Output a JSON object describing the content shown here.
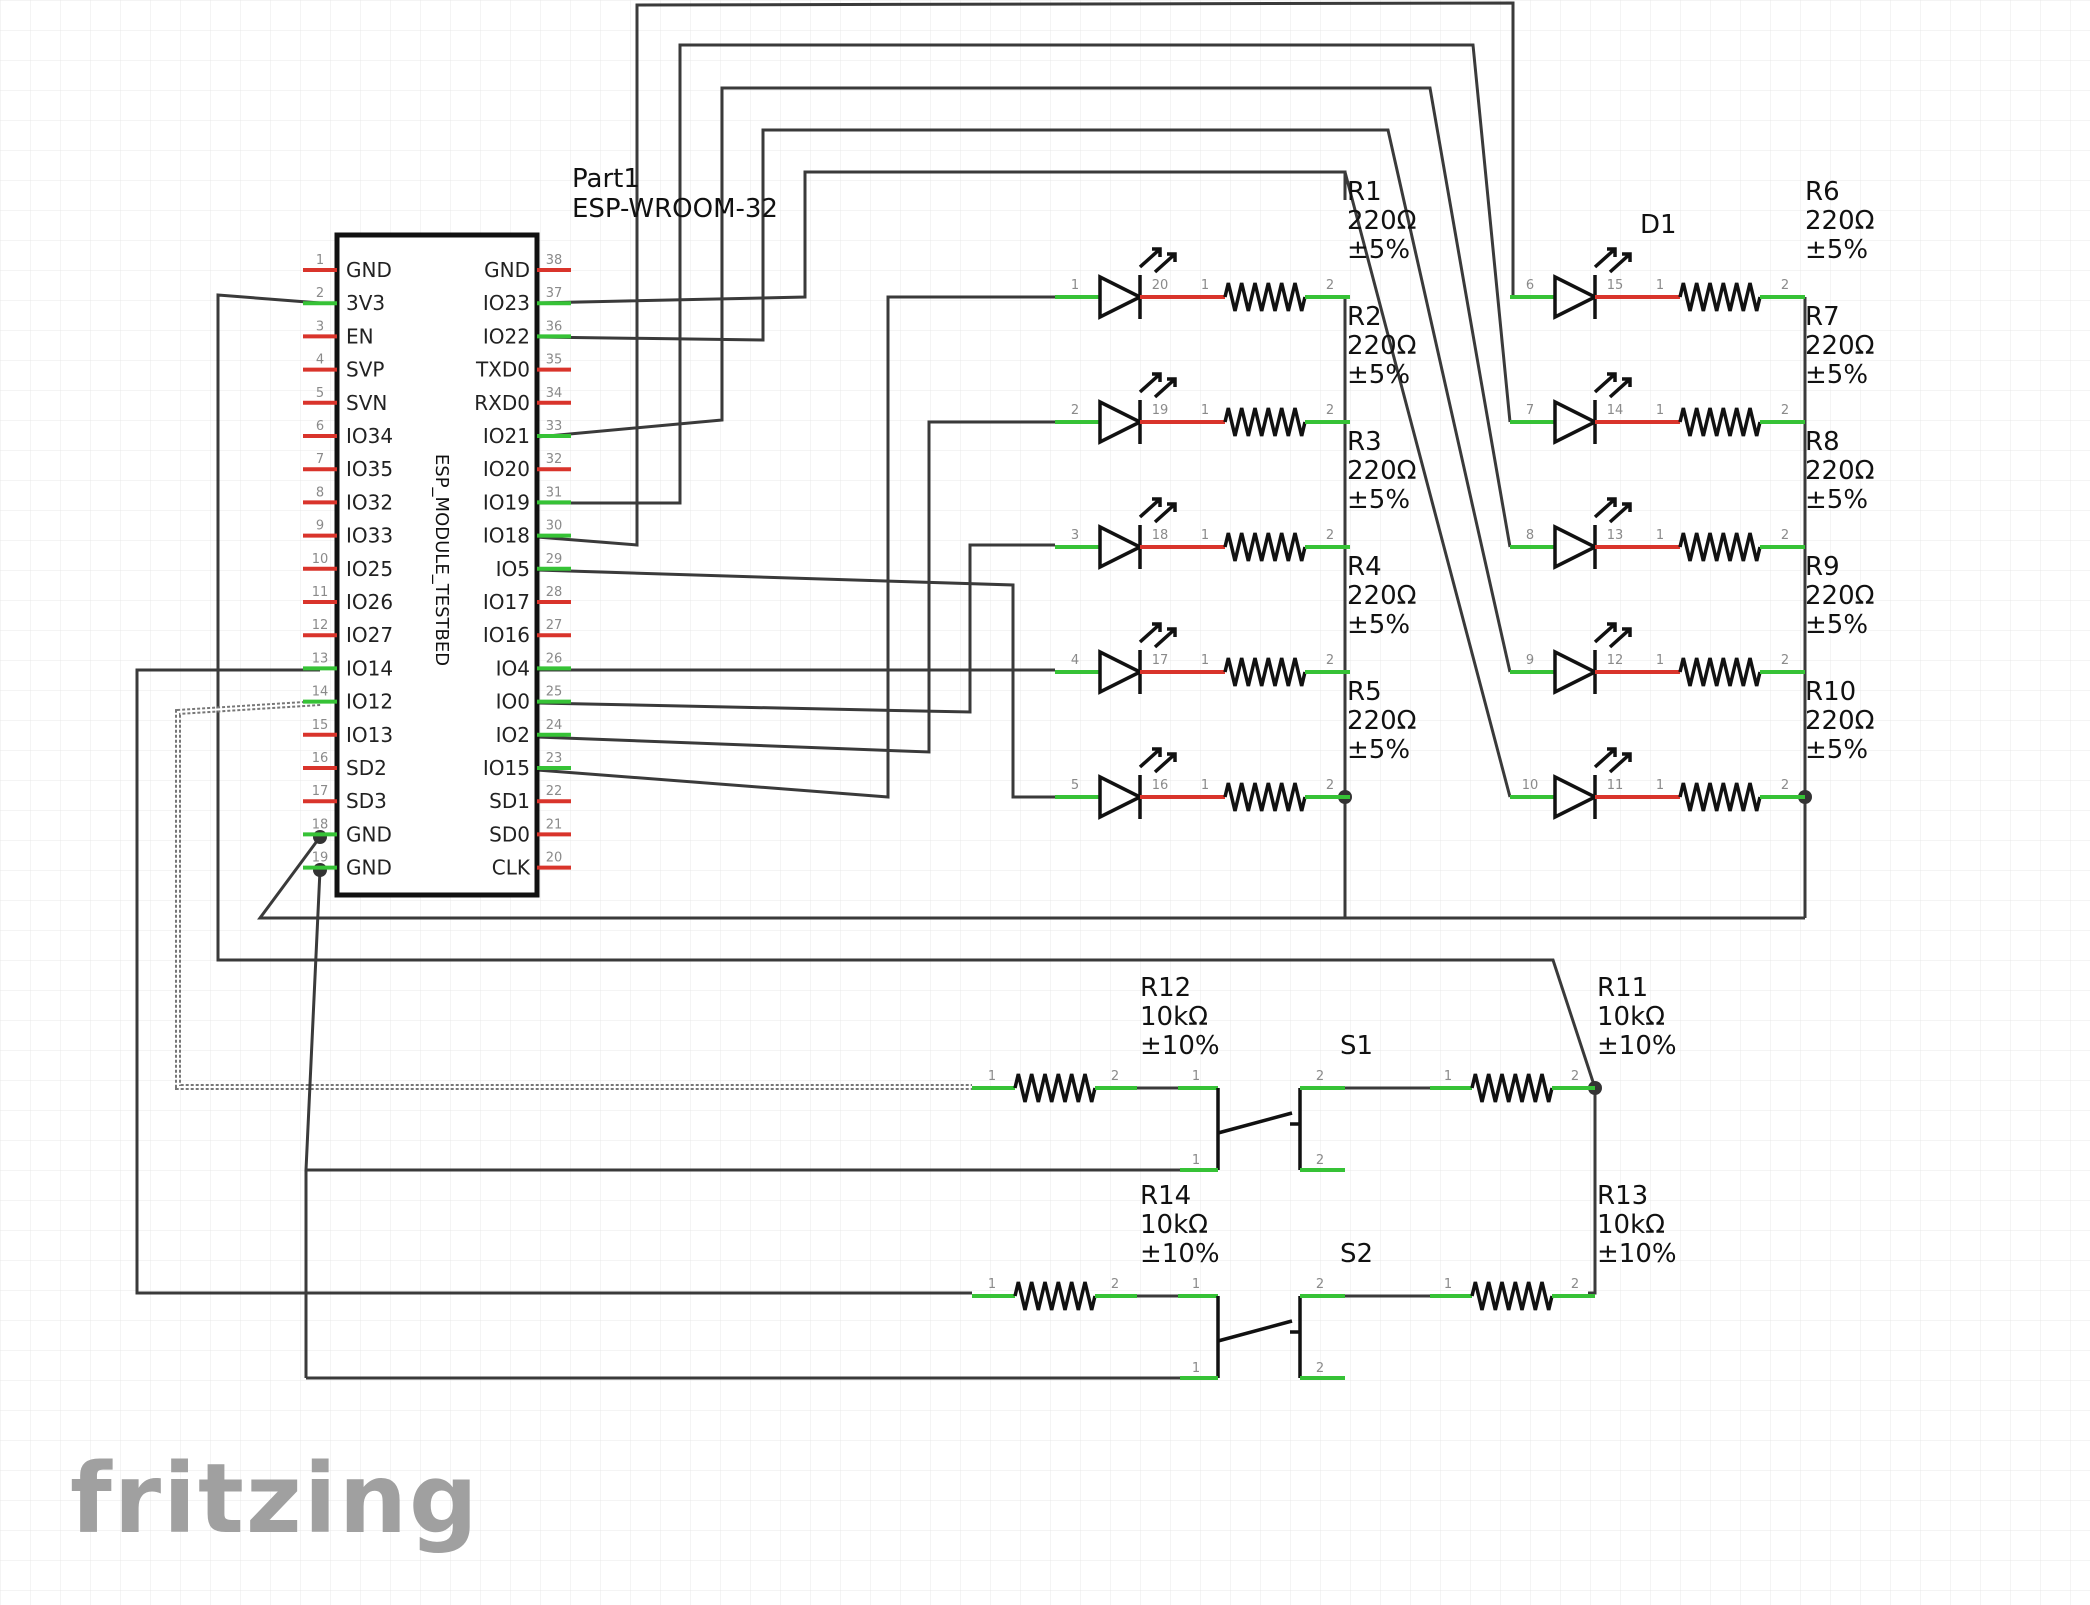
{
  "app": {
    "logo": "fritzing"
  },
  "module": {
    "name": "Part1",
    "part": "ESP-WROOM-32",
    "body_label": "ESP_MODULE_TESTBED",
    "left_pins": [
      {
        "num": "1",
        "label": "GND"
      },
      {
        "num": "2",
        "label": "3V3"
      },
      {
        "num": "3",
        "label": "EN"
      },
      {
        "num": "4",
        "label": "SVP"
      },
      {
        "num": "5",
        "label": "SVN"
      },
      {
        "num": "6",
        "label": "IO34"
      },
      {
        "num": "7",
        "label": "IO35"
      },
      {
        "num": "8",
        "label": "IO32"
      },
      {
        "num": "9",
        "label": "IO33"
      },
      {
        "num": "10",
        "label": "IO25"
      },
      {
        "num": "11",
        "label": "IO26"
      },
      {
        "num": "12",
        "label": "IO27"
      },
      {
        "num": "13",
        "label": "IO14"
      },
      {
        "num": "14",
        "label": "IO12"
      },
      {
        "num": "15",
        "label": "IO13"
      },
      {
        "num": "16",
        "label": "SD2"
      },
      {
        "num": "17",
        "label": "SD3"
      },
      {
        "num": "18",
        "label": "GND"
      },
      {
        "num": "19",
        "label": "GND"
      }
    ],
    "right_pins": [
      {
        "num": "38",
        "label": "GND"
      },
      {
        "num": "37",
        "label": "IO23"
      },
      {
        "num": "36",
        "label": "IO22"
      },
      {
        "num": "35",
        "label": "TXD0"
      },
      {
        "num": "34",
        "label": "RXD0"
      },
      {
        "num": "33",
        "label": "IO21"
      },
      {
        "num": "32",
        "label": "IO20"
      },
      {
        "num": "31",
        "label": "IO19"
      },
      {
        "num": "30",
        "label": "IO18"
      },
      {
        "num": "29",
        "label": "IO5"
      },
      {
        "num": "28",
        "label": "IO17"
      },
      {
        "num": "27",
        "label": "IO16"
      },
      {
        "num": "26",
        "label": "IO4"
      },
      {
        "num": "25",
        "label": "IO0"
      },
      {
        "num": "24",
        "label": "IO2"
      },
      {
        "num": "23",
        "label": "IO15"
      },
      {
        "num": "22",
        "label": "SD1"
      },
      {
        "num": "21",
        "label": "SD0"
      },
      {
        "num": "20",
        "label": "CLK"
      }
    ]
  },
  "leds_left": [
    {
      "pin_a": "1",
      "pin_b": "20",
      "r_pins": [
        "1",
        "2"
      ],
      "resistor": {
        "name": "R1",
        "value": "220Ω",
        "tol": "±5%"
      }
    },
    {
      "pin_a": "2",
      "pin_b": "19",
      "r_pins": [
        "1",
        "2"
      ],
      "resistor": {
        "name": "R2",
        "value": "220Ω",
        "tol": "±5%"
      }
    },
    {
      "pin_a": "3",
      "pin_b": "18",
      "r_pins": [
        "1",
        "2"
      ],
      "resistor": {
        "name": "R3",
        "value": "220Ω",
        "tol": "±5%"
      }
    },
    {
      "pin_a": "4",
      "pin_b": "17",
      "r_pins": [
        "1",
        "2"
      ],
      "resistor": {
        "name": "R4",
        "value": "220Ω",
        "tol": "±5%"
      }
    },
    {
      "pin_a": "5",
      "pin_b": "16",
      "r_pins": [
        "1",
        "2"
      ],
      "resistor": {
        "name": "R5",
        "value": "220Ω",
        "tol": "±5%"
      }
    }
  ],
  "leds_right": [
    {
      "pin_a": "6",
      "pin_b": "15",
      "r_pins": [
        "1",
        "2"
      ],
      "resistor": {
        "name": "R6",
        "value": "220Ω",
        "tol": "±5%"
      }
    },
    {
      "pin_a": "7",
      "pin_b": "14",
      "r_pins": [
        "1",
        "2"
      ],
      "resistor": {
        "name": "R7",
        "value": "220Ω",
        "tol": "±5%"
      }
    },
    {
      "pin_a": "8",
      "pin_b": "13",
      "r_pins": [
        "1",
        "2"
      ],
      "resistor": {
        "name": "R8",
        "value": "220Ω",
        "tol": "±5%"
      }
    },
    {
      "pin_a": "9",
      "pin_b": "12",
      "r_pins": [
        "1",
        "2"
      ],
      "resistor": {
        "name": "R9",
        "value": "220Ω",
        "tol": "±5%"
      }
    },
    {
      "pin_a": "10",
      "pin_b": "11",
      "r_pins": [
        "1",
        "2"
      ],
      "resistor": {
        "name": "R10",
        "value": "220Ω",
        "tol": "±5%"
      }
    }
  ],
  "diode_label": "D1",
  "buttons": [
    {
      "switch": {
        "name": "S1",
        "pins": [
          "1",
          "2",
          "1",
          "2"
        ]
      },
      "r_left": {
        "name": "R12",
        "value": "10kΩ",
        "tol": "±10%",
        "pins": [
          "1",
          "2"
        ]
      },
      "r_right": {
        "name": "R11",
        "value": "10kΩ",
        "tol": "±10%",
        "pins": [
          "1",
          "2"
        ]
      }
    },
    {
      "switch": {
        "name": "S2",
        "pins": [
          "1",
          "2",
          "1",
          "2"
        ]
      },
      "r_left": {
        "name": "R14",
        "value": "10kΩ",
        "tol": "±10%",
        "pins": [
          "1",
          "2"
        ]
      },
      "r_right": {
        "name": "R13",
        "value": "10kΩ",
        "tol": "±10%",
        "pins": [
          "1",
          "2"
        ]
      }
    }
  ],
  "colors": {
    "lead_red": "#d9342b",
    "lead_green": "#36c236",
    "wire": "#3a3a3a",
    "grid": "#e8e8e8"
  }
}
